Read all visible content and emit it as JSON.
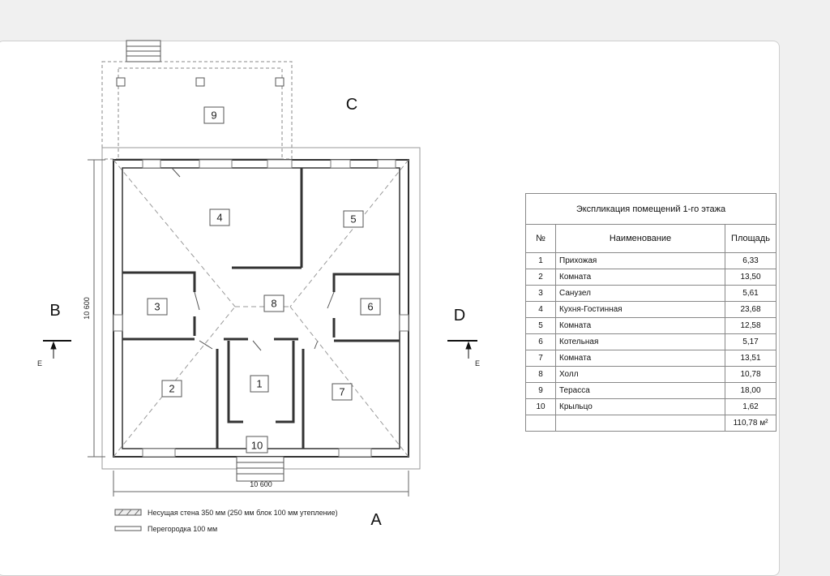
{
  "axes": {
    "a": "A",
    "b": "B",
    "c": "C",
    "d": "D"
  },
  "section_marks": {
    "left": "E",
    "right": "E"
  },
  "dimensions": {
    "horizontal": "10 600",
    "vertical": "10 600"
  },
  "rooms": [
    "1",
    "2",
    "3",
    "4",
    "5",
    "6",
    "7",
    "8",
    "9",
    "10"
  ],
  "legend": {
    "bearing_wall": "Несущая стена 350 мм (250 мм блок 100 мм утепление)",
    "partition": "Перегородка 100 мм"
  },
  "table": {
    "title": "Экспликация помещений 1-го этажа",
    "headers": [
      "№",
      "Наименование",
      "Площадь"
    ],
    "rows": [
      {
        "num": "1",
        "name": "Прихожая",
        "area": "6,33"
      },
      {
        "num": "2",
        "name": "Комната",
        "area": "13,50"
      },
      {
        "num": "3",
        "name": "Санузел",
        "area": "5,61"
      },
      {
        "num": "4",
        "name": "Кухня-Гостинная",
        "area": "23,68"
      },
      {
        "num": "5",
        "name": "Комната",
        "area": "12,58"
      },
      {
        "num": "6",
        "name": "Котельная",
        "area": "5,17"
      },
      {
        "num": "7",
        "name": "Комната",
        "area": "13,51"
      },
      {
        "num": "8",
        "name": "Холл",
        "area": "10,78"
      },
      {
        "num": "9",
        "name": "Терасса",
        "area": "18,00"
      },
      {
        "num": "10",
        "name": "Крыльцо",
        "area": "1,62"
      }
    ],
    "total": "110,78 м²"
  }
}
